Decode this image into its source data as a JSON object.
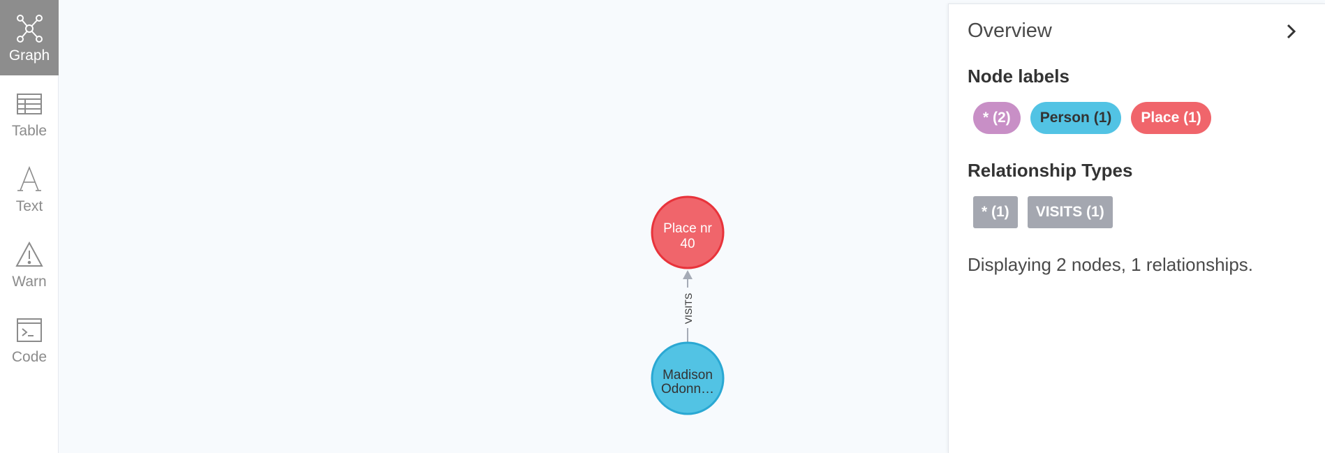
{
  "sidebar": {
    "items": [
      {
        "label": "Graph",
        "icon": "graph-icon",
        "active": true
      },
      {
        "label": "Table",
        "icon": "table-icon",
        "active": false
      },
      {
        "label": "Text",
        "icon": "text-icon",
        "active": false
      },
      {
        "label": "Warn",
        "icon": "warning-icon",
        "active": false
      },
      {
        "label": "Code",
        "icon": "code-icon",
        "active": false
      }
    ]
  },
  "graph": {
    "nodes": [
      {
        "line1": "Place nr",
        "line2": "40",
        "color": "#f0656b",
        "stroke": "#e8333b"
      },
      {
        "line1": "Madison",
        "line2": "Odonn…",
        "color": "#52c3e4",
        "stroke": "#2aa8d3"
      }
    ],
    "relationship": {
      "label": "VISITS"
    }
  },
  "overview": {
    "title": "Overview",
    "node_labels_title": "Node labels",
    "node_labels": [
      {
        "label": "* (2)",
        "color": "#c88fc6"
      },
      {
        "label": "Person (1)",
        "color": "#52c3e4",
        "text_color": "#333333"
      },
      {
        "label": "Place (1)",
        "color": "#f0656b"
      }
    ],
    "relationship_types_title": "Relationship Types",
    "relationship_types": [
      {
        "label": "* (1)"
      },
      {
        "label": "VISITS (1)"
      }
    ],
    "summary": "Displaying 2 nodes, 1 relationships."
  }
}
